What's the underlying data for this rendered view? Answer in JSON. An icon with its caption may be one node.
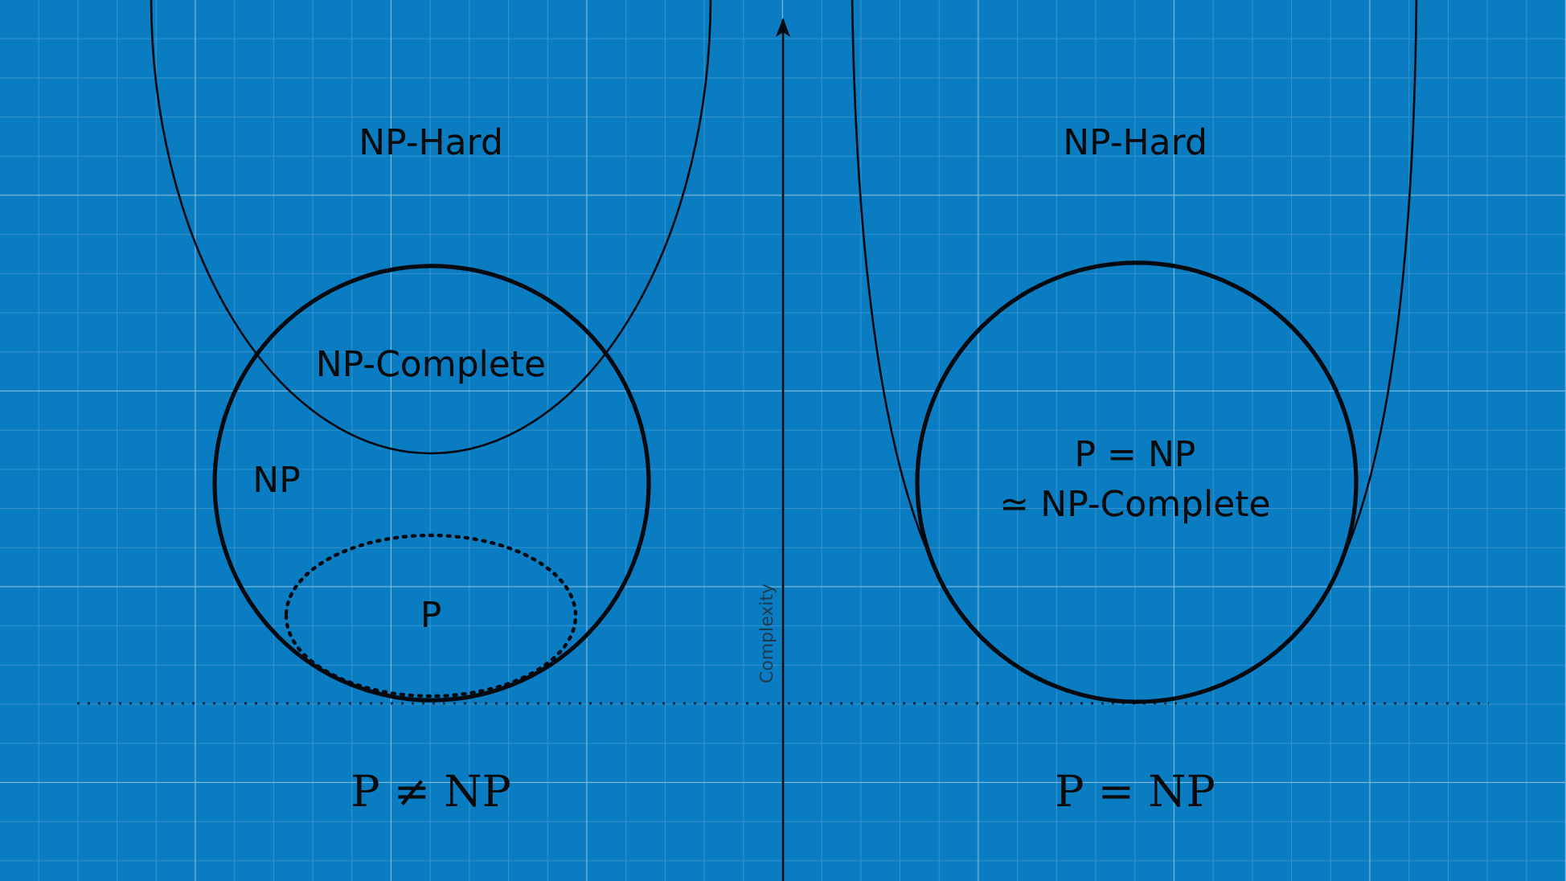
{
  "diagram": {
    "nodes": [
      {
        "text": [
          "NP-Hard"
        ]
      },
      {
        "text": [
          "NP"
        ]
      },
      {
        "text": [
          "P"
        ],
        "in": 1
      },
      {
        "text": [
          "NP-Hard"
        ]
      },
      {
        "text": [
          "P = NP",
          "≃ NP-Complete"
        ],
        "in": 3
      }
    ],
    "labels": [
      "NP-Complete",
      "Complexity",
      "P ≠ NP",
      "P = NP"
    ]
  }
}
